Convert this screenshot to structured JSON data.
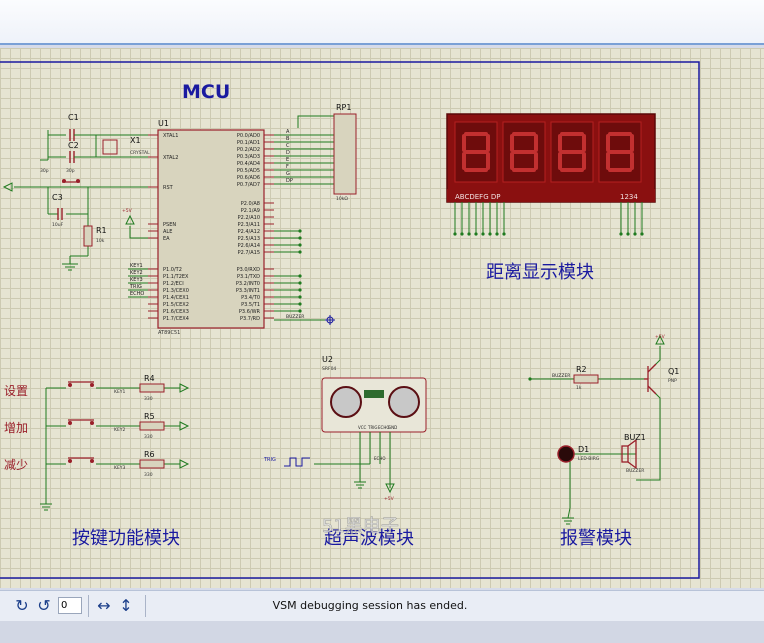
{
  "labels": {
    "mcu": "MCU",
    "display_module": "距离显示模块",
    "key_module": "按键功能模块",
    "ultrasonic_module": "超声波模块",
    "alarm_module": "报警模块",
    "watermark": "51黑电子",
    "key_setting": "设置",
    "key_increase": "增加",
    "key_decrease": "减少"
  },
  "components": {
    "c1": "C1",
    "c2": "C2",
    "c3": "C3",
    "x1": "X1",
    "crystal": "CRYSTAL",
    "cap_value": "30p",
    "c3_value": "10uF",
    "r1": "R1",
    "r1_value": "10k",
    "u1": "U1",
    "u1_part": "AT89C51",
    "rp1": "RP1",
    "rp1_value": "10kΩ",
    "u2": "U2",
    "u2_part": "SRF04",
    "r2": "R2",
    "r2_value": "1k",
    "q1": "Q1",
    "q1_type": "PNP",
    "d1": "D1",
    "d1_part": "LED-BIRG",
    "buz1": "BUZ1",
    "buz1_part": "BUZZER",
    "r4": "R4",
    "r5": "R5",
    "r6": "R6",
    "key_res_value": "330",
    "vcc": "+5V"
  },
  "mcu_pins": {
    "left_top": [
      "XTAL1",
      "XTAL2",
      "RST"
    ],
    "left_mid": [
      "PSEN",
      "ALE",
      "EA"
    ],
    "left_p1": [
      "P1.0/T2",
      "P1.1/T2EX",
      "P1.2/ECI",
      "P1.3/CEX0",
      "P1.4/CEX1",
      "P1.5/CEX2",
      "P1.6/CEX3",
      "P1.7/CEX4"
    ],
    "right_p0": [
      "P0.0/AD0",
      "P0.1/AD1",
      "P0.2/AD2",
      "P0.3/AD3",
      "P0.4/AD4",
      "P0.5/AD5",
      "P0.6/AD6",
      "P0.7/AD7"
    ],
    "right_p2": [
      "P2.0/A8",
      "P2.1/A9",
      "P2.2/A10",
      "P2.3/A11",
      "P2.4/A12",
      "P2.5/A13",
      "P2.6/A14",
      "P2.7/A15"
    ],
    "right_p3": [
      "P3.0/RXD",
      "P3.1/TXD",
      "P3.2/INT0",
      "P3.3/INT1",
      "P3.4/T0",
      "P3.5/T1",
      "P3.6/WR",
      "P3.7/RD"
    ],
    "seg_nets": [
      "A",
      "B",
      "C",
      "D",
      "E",
      "F",
      "G",
      "DP"
    ],
    "key_nets": [
      "KEY1",
      "KEY2",
      "KEY3",
      "TRIG",
      "ECHO"
    ]
  },
  "nets": {
    "buzzer": "BUZZER",
    "trig": "TRIG",
    "echo": "ECHO",
    "key1": "KEY1",
    "key2": "KEY2",
    "key3": "KEY3"
  },
  "display": {
    "segments_label": "ABCDEFG DP",
    "digits_label": "1234",
    "digits": 4
  },
  "ultrasonic_pins": [
    "VCC",
    "TRIG",
    "ECHO",
    "GND"
  ],
  "status": {
    "step_value": "0",
    "message": "VSM debugging session has ended."
  },
  "colors": {
    "wire": "#1f7a1f",
    "component": "#9a1f2a",
    "text": "#1a1aa0",
    "canvas": "#e6e4d2",
    "segment": "#8a1010"
  }
}
